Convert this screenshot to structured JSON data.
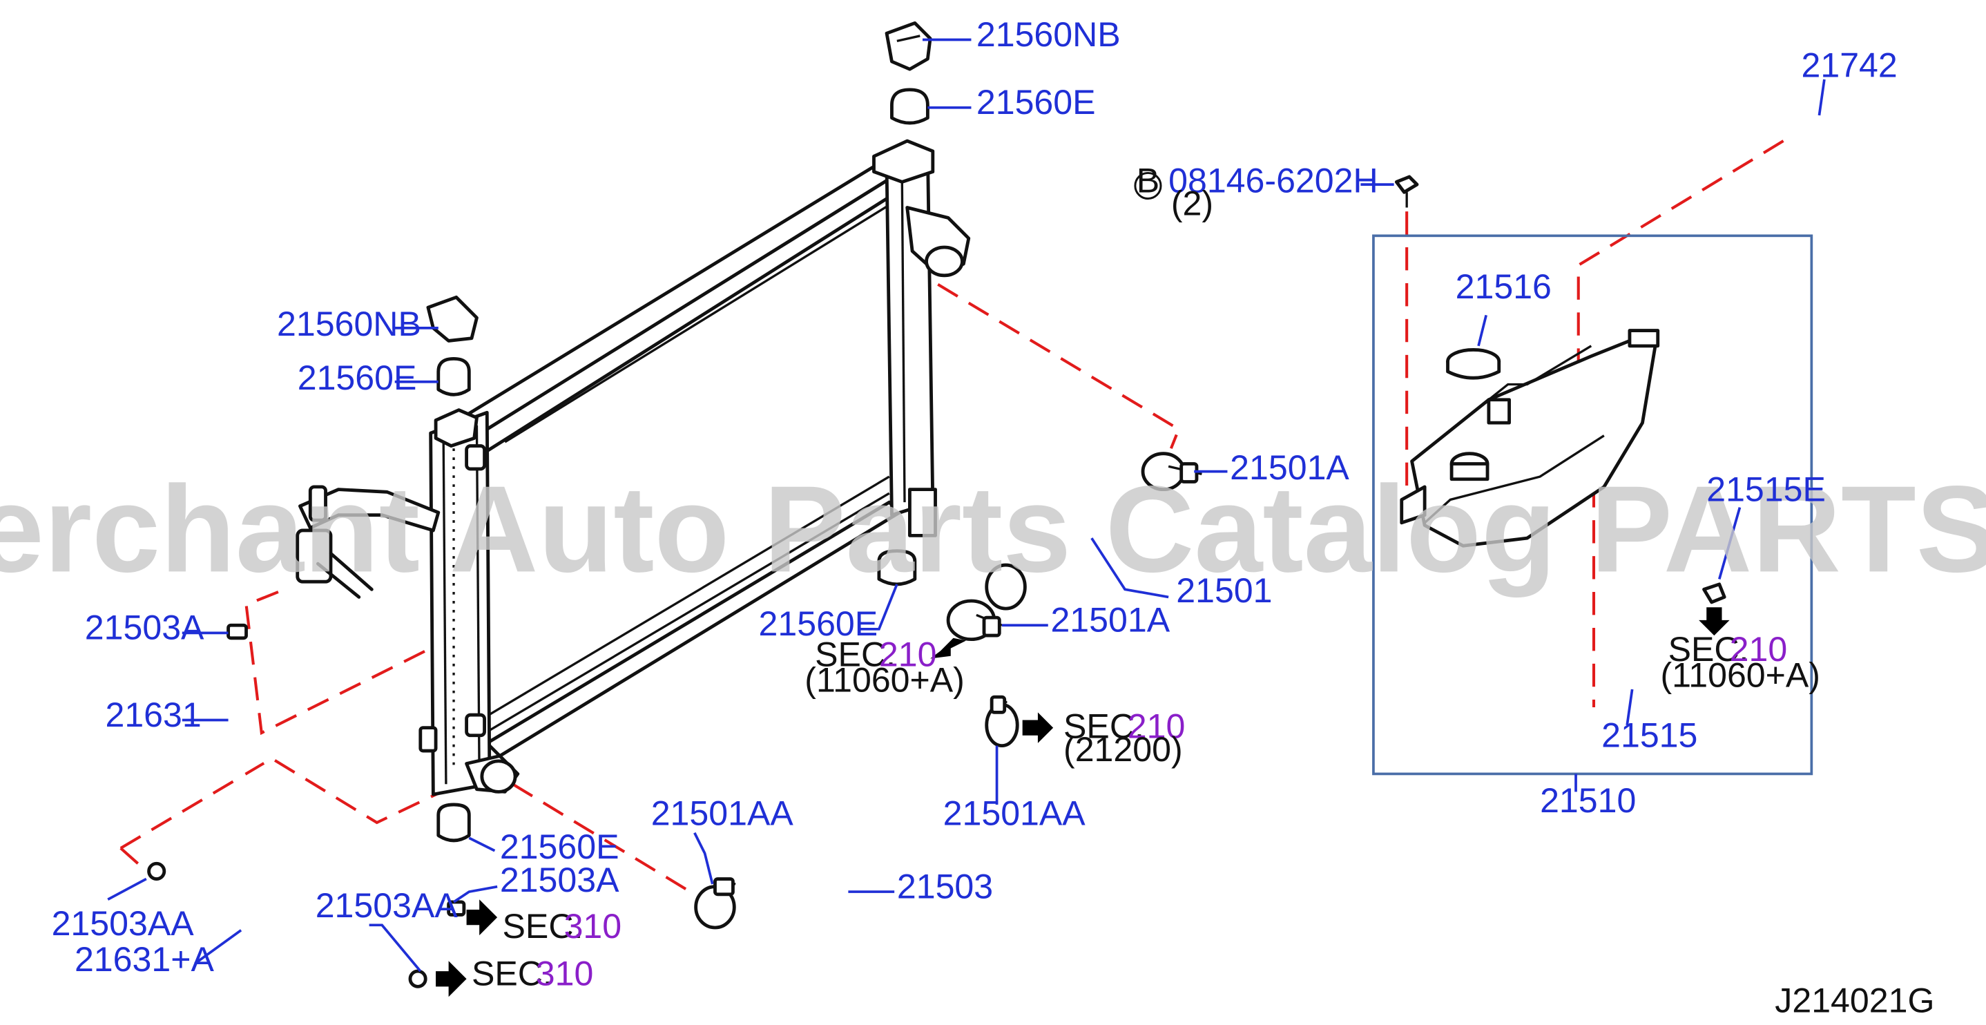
{
  "watermark": "Offers Merchant Auto Parts Catalog PARTSTORE.SA",
  "diagram_code": "J214021G",
  "colors": {
    "part_number": "#1f2fd6",
    "section_number": "#8a1fc9",
    "guide_line": "#e21b1b",
    "frame": "#4a6ea8"
  },
  "bolt": {
    "marker": "B",
    "part_number": "08146-6202H",
    "qty": "(2)"
  },
  "labels": {
    "p21560NB_top": "21560NB",
    "p21560E_top": "21560E",
    "p21560NB_left": "21560NB",
    "p21560E_left": "21560E",
    "p21560E_mid": "21560E",
    "p21560E_bottom": "21560E",
    "p21501A_upper": "21501A",
    "p21501": "21501",
    "p21501A_lower": "21501A",
    "p21503A_left": "21503A",
    "p21631": "21631",
    "p21503AA_left": "21503AA",
    "p21631A": "21631+A",
    "p21503AA_bottom": "21503AA",
    "p21503A_bottom": "21503A",
    "p21501AA_left": "21501AA",
    "p21501AA_right": "21501AA",
    "p21503": "21503",
    "p21742": "21742",
    "p21516": "21516",
    "p21515E": "21515E",
    "p21515": "21515",
    "p21510": "21510"
  },
  "sections": {
    "s1": {
      "prefix": "SEC.",
      "number": "210",
      "ref": "(11060+A)"
    },
    "s2": {
      "prefix": "SEC.",
      "number": "210",
      "ref": "(21200)"
    },
    "s3": {
      "prefix": "SEC.",
      "number": "210",
      "ref": "(11060+A)"
    },
    "s4": {
      "prefix": "SEC.",
      "number": "310"
    },
    "s5": {
      "prefix": "SEC.",
      "number": "310"
    }
  }
}
